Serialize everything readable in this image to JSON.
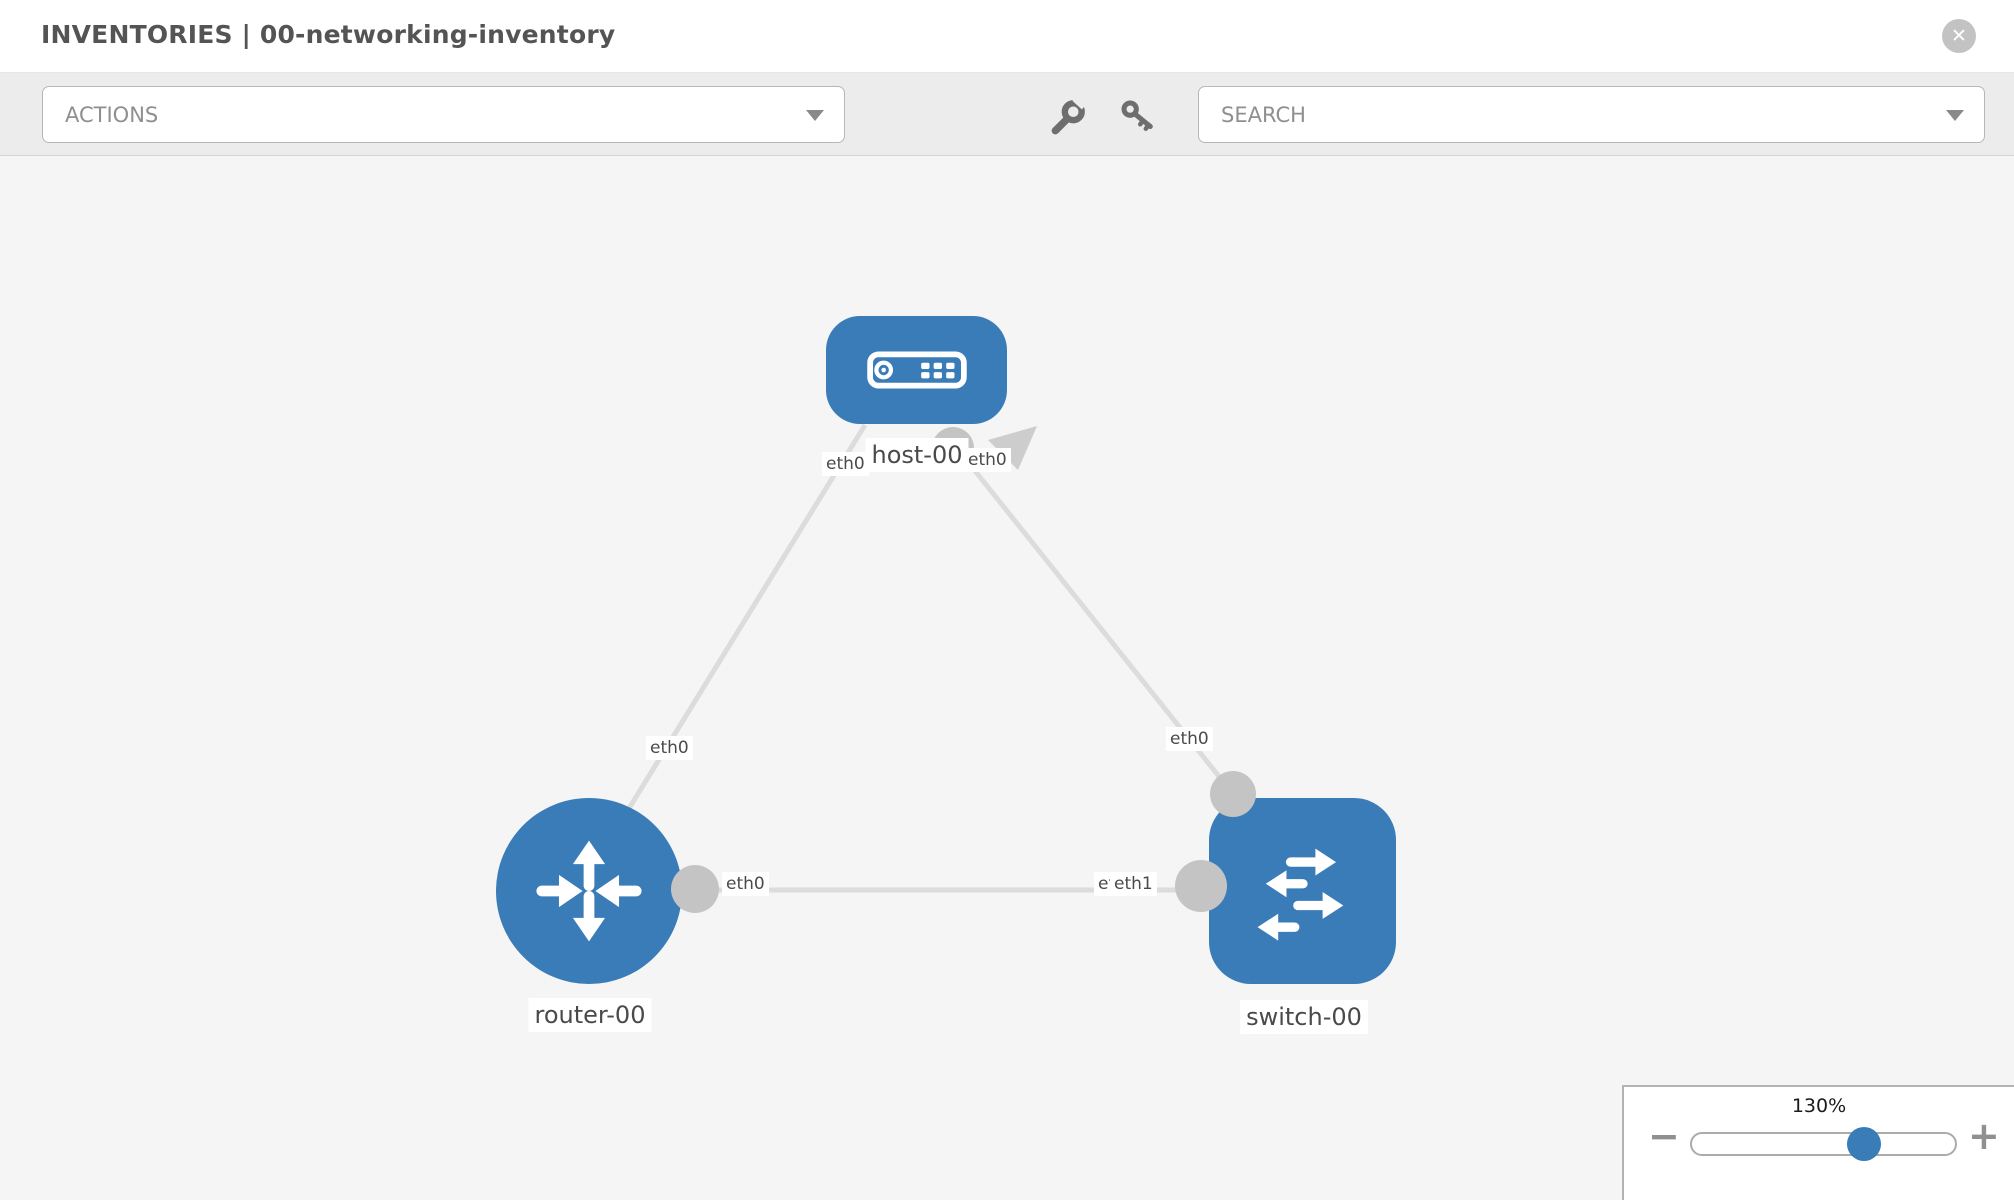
{
  "header": {
    "title": "INVENTORIES | 00-networking-inventory",
    "close_glyph": "✕"
  },
  "toolbar": {
    "actions_label": "ACTIONS",
    "search_label": "SEARCH"
  },
  "canvas": {
    "nodes": [
      {
        "id": "host-00",
        "type": "host",
        "label": "host-00"
      },
      {
        "id": "router-00",
        "type": "router",
        "label": "router-00"
      },
      {
        "id": "switch-00",
        "type": "switch",
        "label": "switch-00"
      }
    ],
    "links": [
      {
        "from": "host-00",
        "to": "router-00"
      },
      {
        "from": "host-00",
        "to": "switch-00"
      },
      {
        "from": "router-00",
        "to": "switch-00"
      }
    ],
    "interface_labels": [
      {
        "link": "host-00 - router-00",
        "end": "host-00",
        "text": "eth0"
      },
      {
        "link": "host-00 - switch-00",
        "end": "host-00",
        "text": "eth0"
      },
      {
        "link": "host-00 - router-00",
        "end": "router-00",
        "text": "eth0"
      },
      {
        "link": "host-00 - switch-00",
        "end": "switch-00",
        "text": "eth0"
      },
      {
        "link": "router-00 - switch-00",
        "end": "router-00",
        "text": "eth0"
      },
      {
        "link": "router-00 - switch-00",
        "end": "switch-00",
        "text": "eth0"
      },
      {
        "link": "router-00 - switch-00",
        "end": "switch-00",
        "text": "eth1"
      }
    ]
  },
  "zoom_control": {
    "level": "130%",
    "value_percent": 130,
    "minus_glyph": "−",
    "plus_glyph": "+"
  },
  "colors": {
    "node_blue": "#3a7cb8",
    "edge_gray": "#dcdcdc",
    "port_gray": "#c4c4c4",
    "toolbar_bg": "#ececec",
    "canvas_bg": "#f5f5f5"
  }
}
